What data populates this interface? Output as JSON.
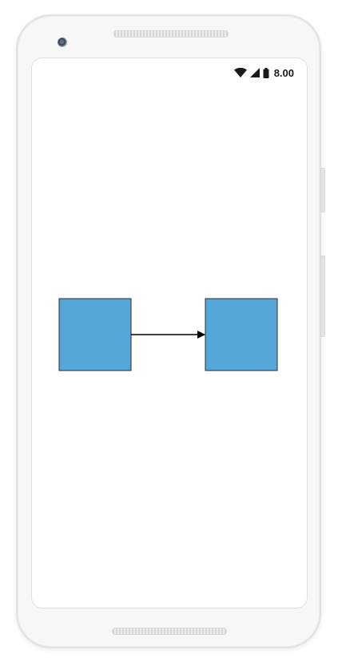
{
  "status_bar": {
    "time": "8.00",
    "icons": [
      "wifi-icon",
      "cellular-signal-icon",
      "battery-icon"
    ]
  },
  "diagram": {
    "nodes": [
      {
        "id": "node-1",
        "fill": "#55a7d9",
        "stroke": "#2b2b2b"
      },
      {
        "id": "node-2",
        "fill": "#55a7d9",
        "stroke": "#2b2b2b"
      }
    ],
    "connectors": [
      {
        "from": "node-1",
        "to": "node-2",
        "color": "#000000",
        "arrow": "target"
      }
    ]
  },
  "colors": {
    "node_fill": "#55a7d9",
    "node_stroke": "#2b2b2b",
    "connector": "#000000",
    "device_frame": "#f7f7f7"
  }
}
